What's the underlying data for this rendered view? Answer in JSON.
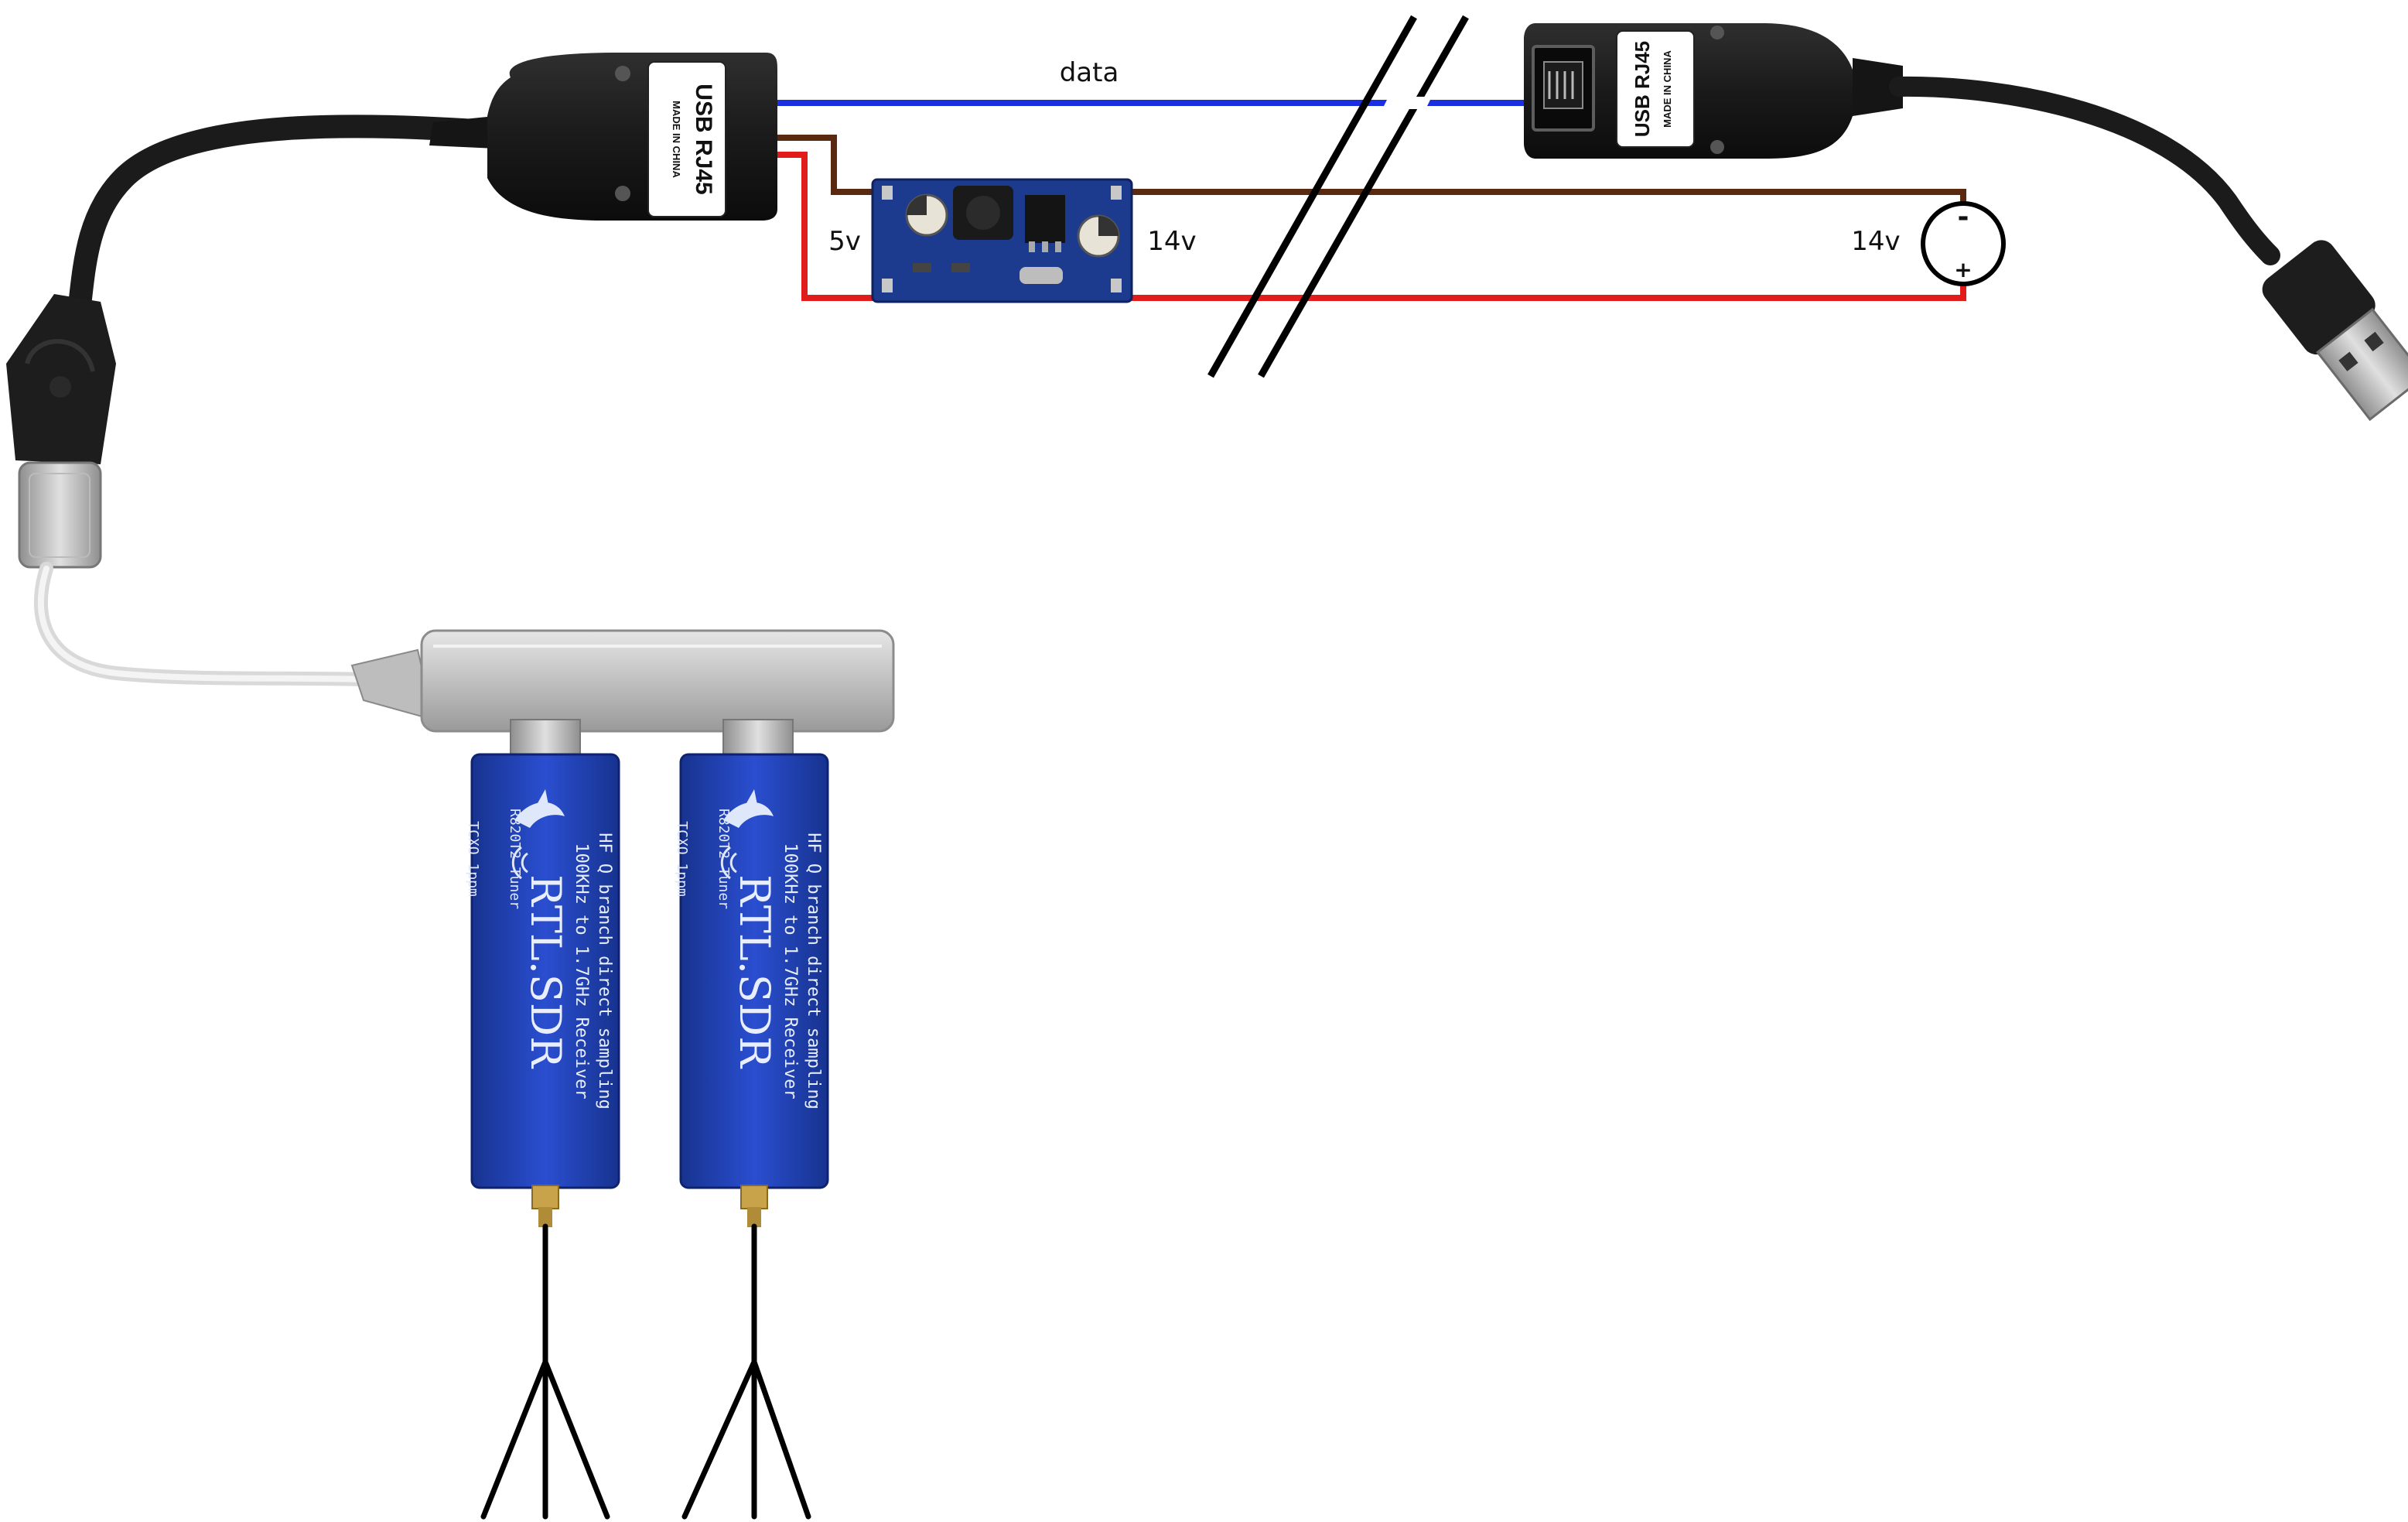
{
  "labels": {
    "data": "data",
    "buck_in": "5v",
    "buck_out": "14v",
    "supply": "14v",
    "supply_minus": "-",
    "supply_plus": "+"
  },
  "adapter_left": {
    "title": "USB RJ45",
    "subtitle": "MADE IN CHINA"
  },
  "adapter_right": {
    "title": "USB RJ45",
    "subtitle": "MADE IN CHINA"
  },
  "sdr_units": [
    {
      "name": "RTL.SDR",
      "line1": "100KHz to 1.7GHz Receiver",
      "line2": "HF Q branch direct sampling",
      "tuner": "R820T2 Tuner",
      "tcxo": "TCXO 1ppm",
      "logo": "RTL-SDR"
    },
    {
      "name": "RTL.SDR",
      "line1": "100KHz to 1.7GHz Receiver",
      "line2": "HF Q branch direct sampling",
      "tuner": "R820T2 Tuner",
      "tcxo": "TCXO 1ppm",
      "logo": "RTL-SDR"
    }
  ],
  "colors": {
    "data_wire": "#1a2fe0",
    "negative_wire": "#5a2a10",
    "positive_wire": "#e21b1b",
    "cable": "#1b1b1b",
    "sdr_body": "#1f3fb8",
    "hub": "#c4c4c4",
    "pcb": "#1c3b8e"
  }
}
